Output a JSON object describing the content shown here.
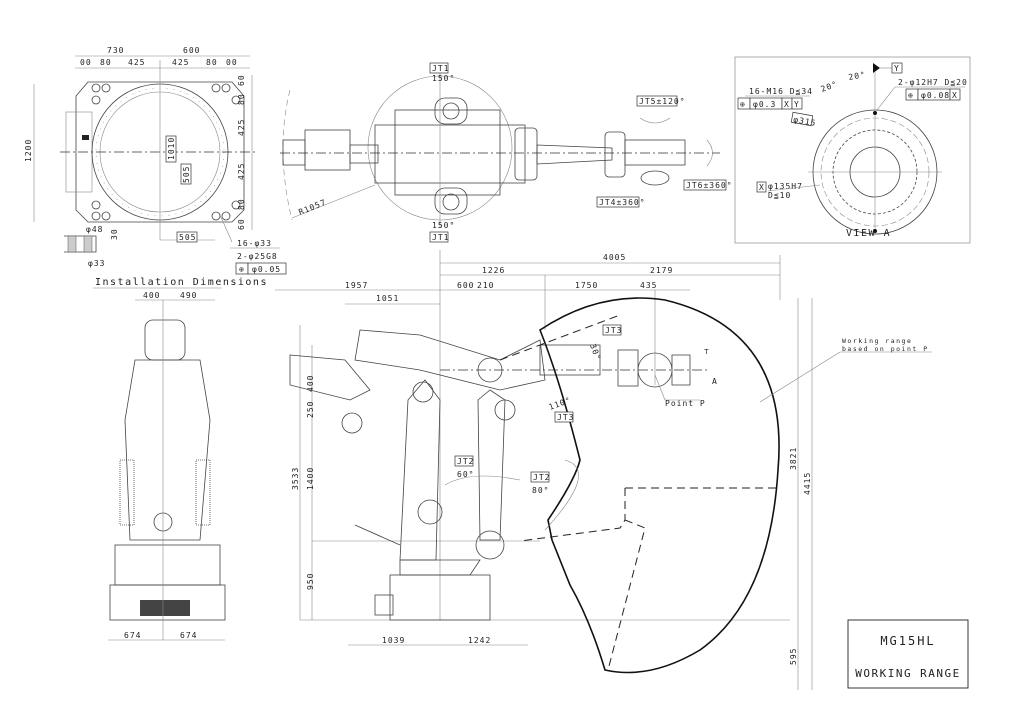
{
  "installation": {
    "title": "Installation Dimensions",
    "dims_top": [
      "730",
      "600"
    ],
    "dims_sub": [
      "00",
      "80",
      "425",
      "425",
      "80",
      "00"
    ],
    "dims_right": [
      "60",
      "80",
      "425",
      "425",
      "80",
      "60"
    ],
    "dim_left": "1200",
    "center_box_v": "1010",
    "center_box_s": "505",
    "bottom_box": "505",
    "hole_dia": "φ48",
    "hole_depth": "30",
    "hole_small": "φ33",
    "bolt_holes": "16-φ33",
    "pin_holes": "2-φ25G8",
    "pin_tol": "φ0.05"
  },
  "top_view": {
    "jt1_top": "JT1",
    "jt1_top_angle": "150°",
    "jt1_bottom": "JT1",
    "jt1_bottom_angle": "150°",
    "radius": "R1057",
    "jt4": "JT4±360°",
    "jt5": "JT5±120°",
    "jt6": "JT6±360°"
  },
  "view_a": {
    "title": "VIEW A",
    "angle1": "20°",
    "angle2": "20°",
    "datum_y": "Y",
    "tapped": "16-M16 D≦34",
    "tapped_tol": [
      "φ0.3",
      "X",
      "Y"
    ],
    "pins": "2-φ12H7 D≦20",
    "pins_tol": [
      "φ0.08",
      "X"
    ],
    "pcd": "φ315",
    "bore": "φ135H7",
    "bore_depth": "D≦10",
    "bore_datum": "X"
  },
  "front_view": {
    "dims_top": [
      "400",
      "490"
    ],
    "dims_bottom": [
      "674",
      "674"
    ]
  },
  "side_view": {
    "dims_top": [
      "4005",
      "1226",
      "2179",
      "1957",
      "1051",
      "600",
      "210",
      "1750",
      "435"
    ],
    "dims_left": [
      "3533",
      "1400",
      "950",
      "250",
      "400"
    ],
    "dims_right": [
      "3821",
      "4415",
      "595"
    ],
    "dims_bottom": [
      "1039",
      "1242"
    ],
    "jt3_top": "JT3",
    "jt3_top_angle": "30°",
    "jt3_bottom": "JT3",
    "jt3_bottom_angle": "110°",
    "jt2_left": "JT2",
    "jt2_left_angle": "60°",
    "jt2_right": "JT2",
    "jt2_right_angle": "80°",
    "point_p": "Point P",
    "view_marker": "A",
    "working_range_note_1": "Working range",
    "working_range_note_2": "based on point P"
  },
  "title_block": {
    "model": "MG15HL",
    "subtitle": "WORKING RANGE"
  }
}
